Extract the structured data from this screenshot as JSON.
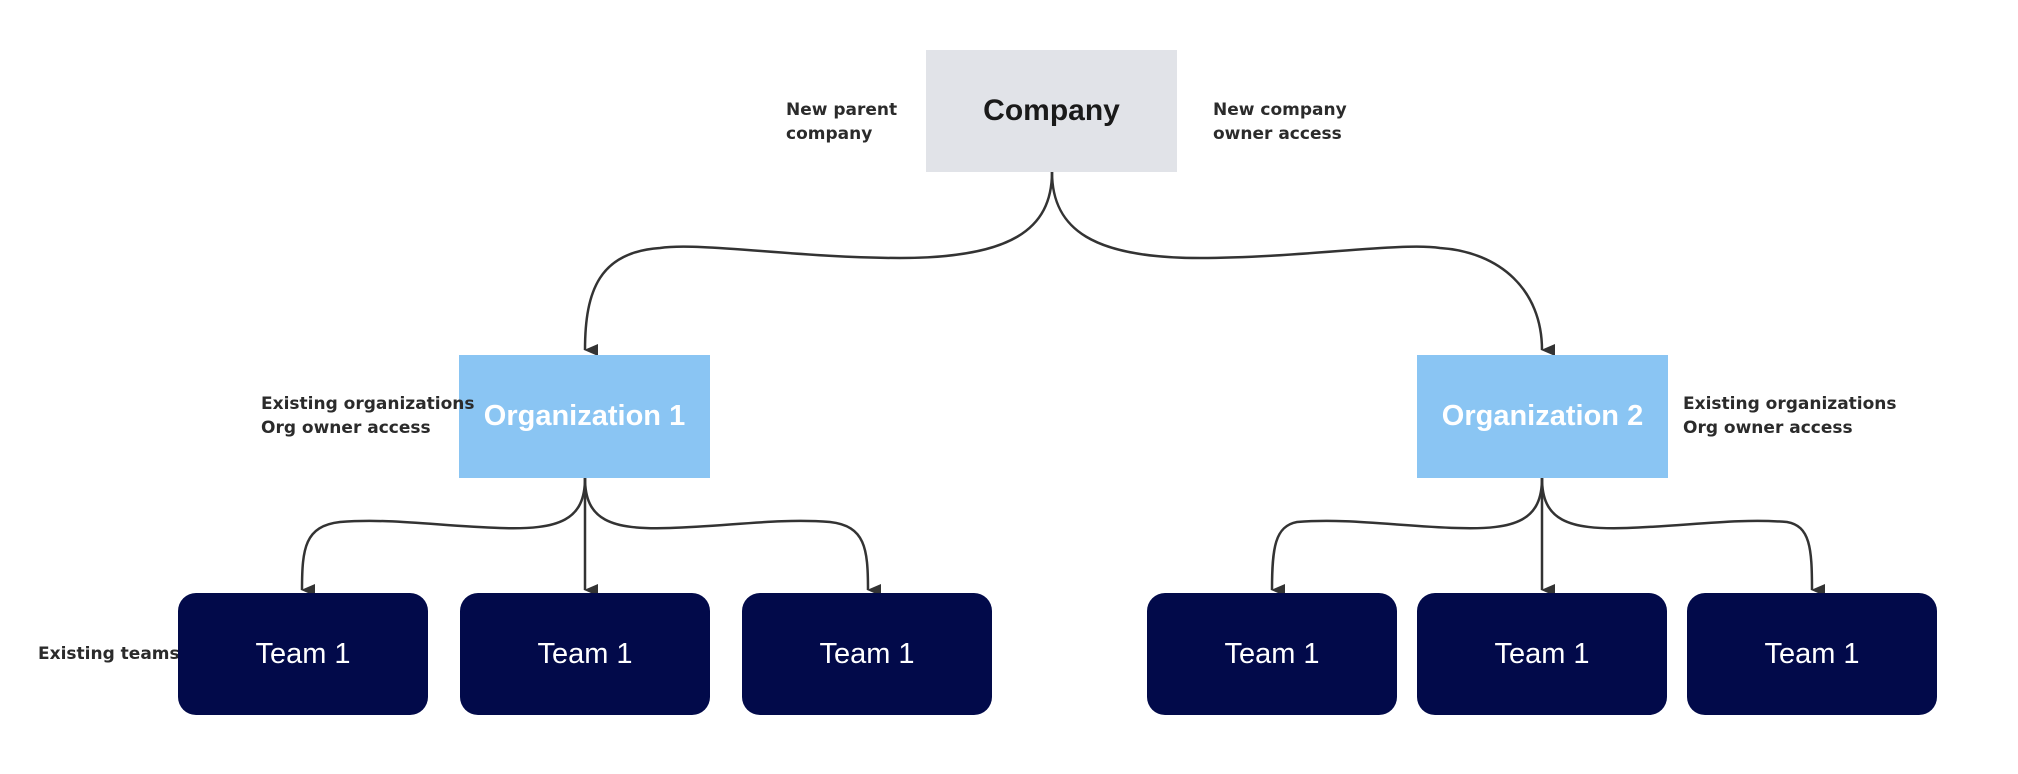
{
  "company": {
    "label": "Company",
    "note_left": [
      "New parent",
      "company"
    ],
    "note_right": [
      "New company",
      "owner access"
    ]
  },
  "organizations": [
    {
      "label": "Organization 1",
      "note": [
        "Existing organizations",
        "Org owner access"
      ]
    },
    {
      "label": "Organization 2",
      "note": [
        "Existing organizations",
        "Org owner access"
      ]
    }
  ],
  "teams": [
    {
      "label": "Team 1"
    },
    {
      "label": "Team 1"
    },
    {
      "label": "Team 1"
    },
    {
      "label": "Team 1"
    },
    {
      "label": "Team 1"
    },
    {
      "label": "Team 1"
    }
  ],
  "teams_note": "Existing teams",
  "colors": {
    "company_fill": "#e1e3e8",
    "organization_fill": "#8ac5f3",
    "team_fill": "#020a4a",
    "connector": "#333333"
  }
}
